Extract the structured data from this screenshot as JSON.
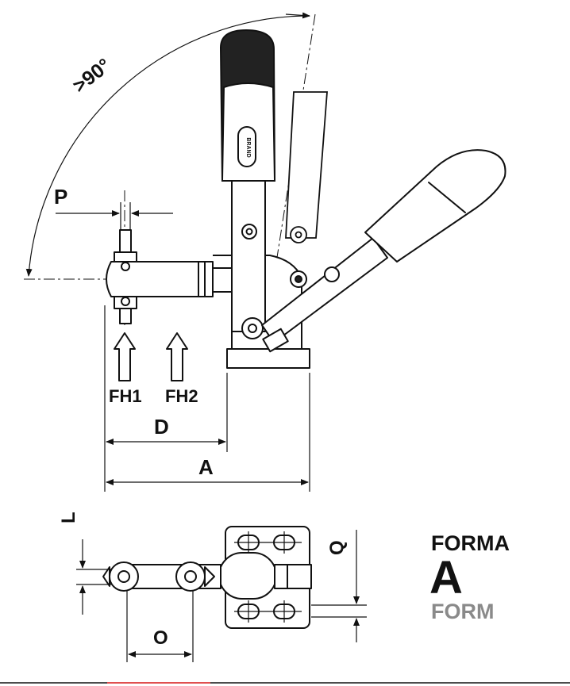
{
  "figure": {
    "dimension_labels": {
      "angle": ">90°",
      "p": "P",
      "d": "D",
      "a": "A",
      "l": "L",
      "o": "O",
      "q": "Q"
    },
    "force_labels": {
      "fh1": "FH1",
      "fh2": "FH2"
    },
    "handle_brand": "BRAND",
    "form_legend": {
      "forma": "FORMA",
      "letter": "A",
      "form": "FORM"
    },
    "colors": {
      "line": "#111111",
      "handle": "#222222",
      "form_gray": "#8a8a8a",
      "bottom_rule": "#e05050"
    }
  }
}
